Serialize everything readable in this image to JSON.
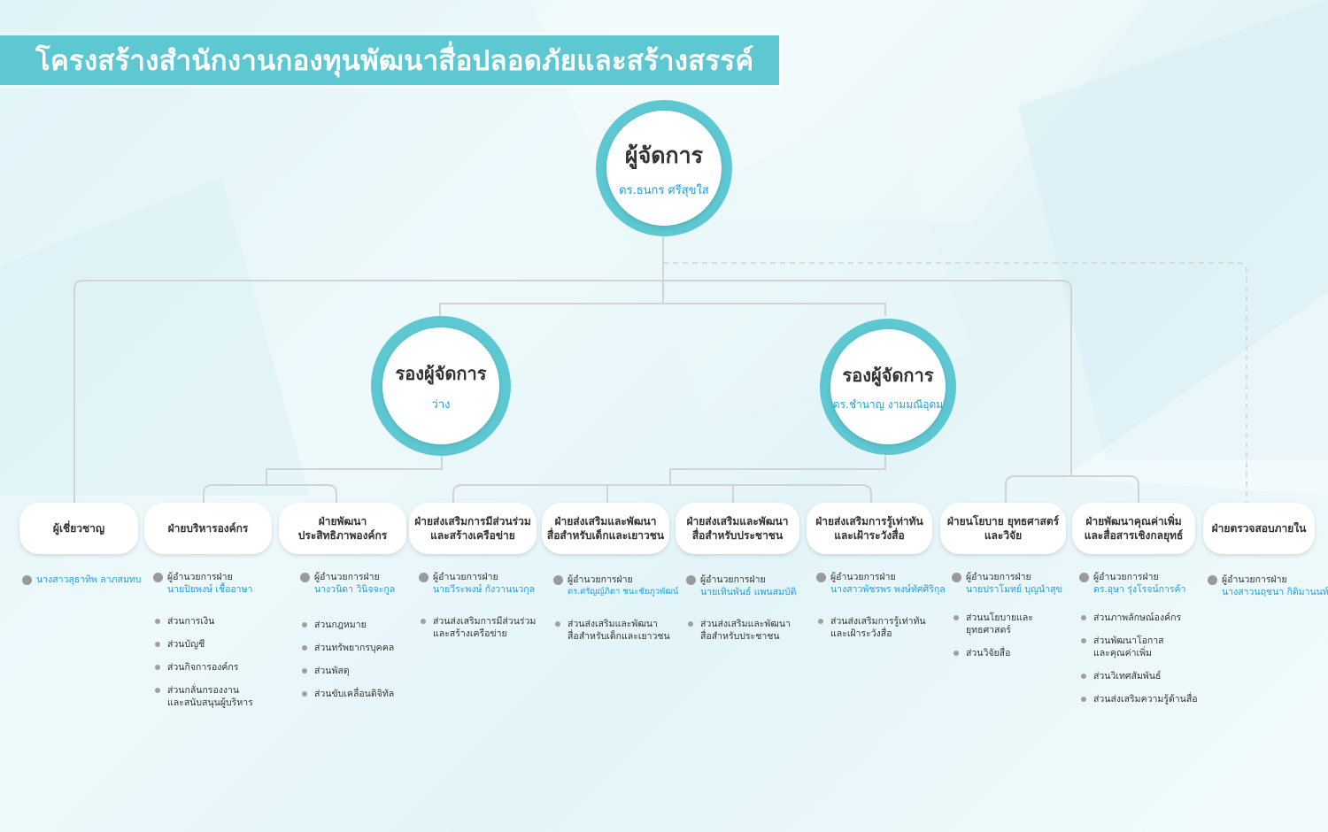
{
  "title": "โครงสร้างสำนักงานกองทุนพัฒนาสื่อปลอดภัยและสร้างสรรค์",
  "colors": {
    "accent": "#5ec8d2",
    "name": "#1e9fd8",
    "line": "#d6d6d6"
  },
  "manager": {
    "role": "ผู้จัดการ",
    "name": "ดร.ธนกร ศรีสุขใส"
  },
  "deputies": [
    {
      "role": "รองผู้จัดการ",
      "name": "ว่าง"
    },
    {
      "role": "รองผู้จัดการ",
      "name": "ดร.ชำนาญ งามมณีอุดม"
    }
  ],
  "departments": [
    {
      "label": "ผู้เชี่ยวชาญ",
      "dir_label": "",
      "dir_name": "นางสาวสุธาทิพ ลาภสมทบ",
      "units": []
    },
    {
      "label": "ฝ่ายบริหารองค์กร",
      "dir_label": "ผู้อำนวยการฝ่าย",
      "dir_name": "นายปิยพงษ์ เชื้ออาษา",
      "units": [
        "ส่วนการเงิน",
        "ส่วนบัญชี",
        "ส่วนกิจการองค์กร",
        "ส่วนกลั่นกรองงาน\nและสนับสนุนผู้บริหาร"
      ]
    },
    {
      "label": "ฝ่ายพัฒนา\nประสิทธิภาพองค์กร",
      "dir_label": "ผู้อำนวยการฝ่าย",
      "dir_name": "นางวนิดา วินิจจะกูล",
      "units": [
        "ส่วนกฎหมาย",
        "ส่วนทรัพยากรบุคคล",
        "ส่วนพัสดุ",
        "ส่วนขับเคลื่อนดิจิทัล"
      ]
    },
    {
      "label": "ฝ่ายส่งเสริมการมีส่วนร่วม\nและสร้างเครือข่าย",
      "dir_label": "ผู้อำนวยการฝ่าย",
      "dir_name": "นายวีระพงษ์ กังวานนวกุล",
      "units": [
        "ส่วนส่งเสริมการมีส่วนร่วม\nและสร้างเครือข่าย"
      ]
    },
    {
      "label": "ฝ่ายส่งเสริมและพัฒนา\nสื่อสำหรับเด็กและเยาวชน",
      "dir_label": "ผู้อำนวยการฝ่าย",
      "dir_name": "ดร.ศรัญญ์ภิตา ชนะชัยภูวพัฒน์",
      "units": [
        "ส่วนส่งเสริมและพัฒนา\nสื่อสำหรับเด็กและเยาวชน"
      ]
    },
    {
      "label": "ฝ่ายส่งเสริมและพัฒนา\nสื่อสำหรับประชาชน",
      "dir_label": "ผู้อำนวยการฝ่าย",
      "dir_name": "นายเทินพันธ์ แพนสมบัติ",
      "units": [
        "ส่วนส่งเสริมและพัฒนา\nสื่อสำหรับประชาชน"
      ]
    },
    {
      "label": "ฝ่ายส่งเสริมการรู้เท่าทัน\nและเฝ้าระวังสื่อ",
      "dir_label": "ผู้อำนวยการฝ่าย",
      "dir_name": "นางสาวพัชรพร พงษ์ทัศศิริกุล",
      "units": [
        "ส่วนส่งเสริมการรู้เท่าทัน\nและเฝ้าระวังสื่อ"
      ]
    },
    {
      "label": "ฝ่ายนโยบาย ยุทธศาสตร์\nและวิจัย",
      "dir_label": "ผู้อำนวยการฝ่าย",
      "dir_name": "นายปราโมทย์ บุญนำสุข",
      "units": [
        "ส่วนนโยบายและ\nยุทธศาสตร์",
        "ส่วนวิจัยสื่อ"
      ]
    },
    {
      "label": "ฝ่ายพัฒนาคุณค่าเพิ่ม\nและสื่อสารเชิงกลยุทธ์",
      "dir_label": "ผู้อำนวยการฝ่าย",
      "dir_name": "ดร.อุษา รุ่งโรจน์การค้า",
      "units": [
        "ส่วนภาพลักษณ์องค์กร",
        "ส่วนพัฒนาโอกาส\nและคุณค่าเพิ่ม",
        "ส่วนวิเทศสัมพันธ์",
        "ส่วนส่งเสริมความรู้ด้านสื่อ"
      ]
    },
    {
      "label": "ฝ่ายตรวจสอบภายใน",
      "dir_label": "ผู้อำนวยการฝ่าย",
      "dir_name": "นางสาวนฤชนา กิติมานนท์",
      "units": []
    }
  ]
}
